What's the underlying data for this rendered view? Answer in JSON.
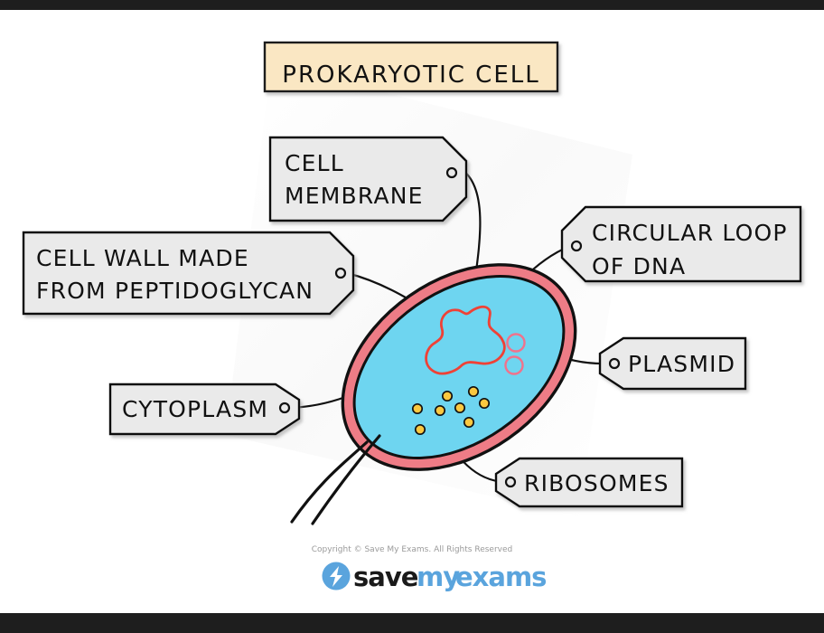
{
  "page": {
    "background_color": "#ffffff",
    "bar_color": "#1e1e1e"
  },
  "title": {
    "label": "PROKARYOTIC  CELL",
    "fill_color": "#fae7c3",
    "border_color": "#1a1a1a"
  },
  "labels": [
    {
      "id": "cell-membrane",
      "line1": "CELL",
      "line2": "MEMBRANE",
      "eyelet_side": "right"
    },
    {
      "id": "cell-wall",
      "line1": "CELL  WALL  MADE",
      "line2": "FROM  PEPTIDOGLYCAN",
      "eyelet_side": "right"
    },
    {
      "id": "circular-dna",
      "line1": "CIRCULAR  LOOP",
      "line2": "OF  DNA",
      "eyelet_side": "left"
    },
    {
      "id": "plasmid",
      "line1": "PLASMID",
      "line2": "",
      "eyelet_side": "left"
    },
    {
      "id": "cytoplasm",
      "line1": "CYTOPLASM",
      "line2": "",
      "eyelet_side": "right"
    },
    {
      "id": "ribosomes",
      "line1": "RIBOSOMES",
      "line2": "",
      "eyelet_side": "left"
    }
  ],
  "cell": {
    "wall_color": "#ee7c86",
    "cytoplasm_color": "#6ed5f0",
    "dna_color": "#ef4136",
    "plasmid_color": "#f0728c",
    "ribosome_color": "#fbc840",
    "outline_color": "#111111",
    "ribosome_count": 8,
    "plasmid_count": 2,
    "flagella_count": 2
  },
  "footer": {
    "copyright": "Copyright © Save My Exams. All Rights Reserved",
    "logo_word_1": "save",
    "logo_word_2": "my",
    "logo_word_3": "exams",
    "logo_accent_color": "#5aa4dd"
  }
}
